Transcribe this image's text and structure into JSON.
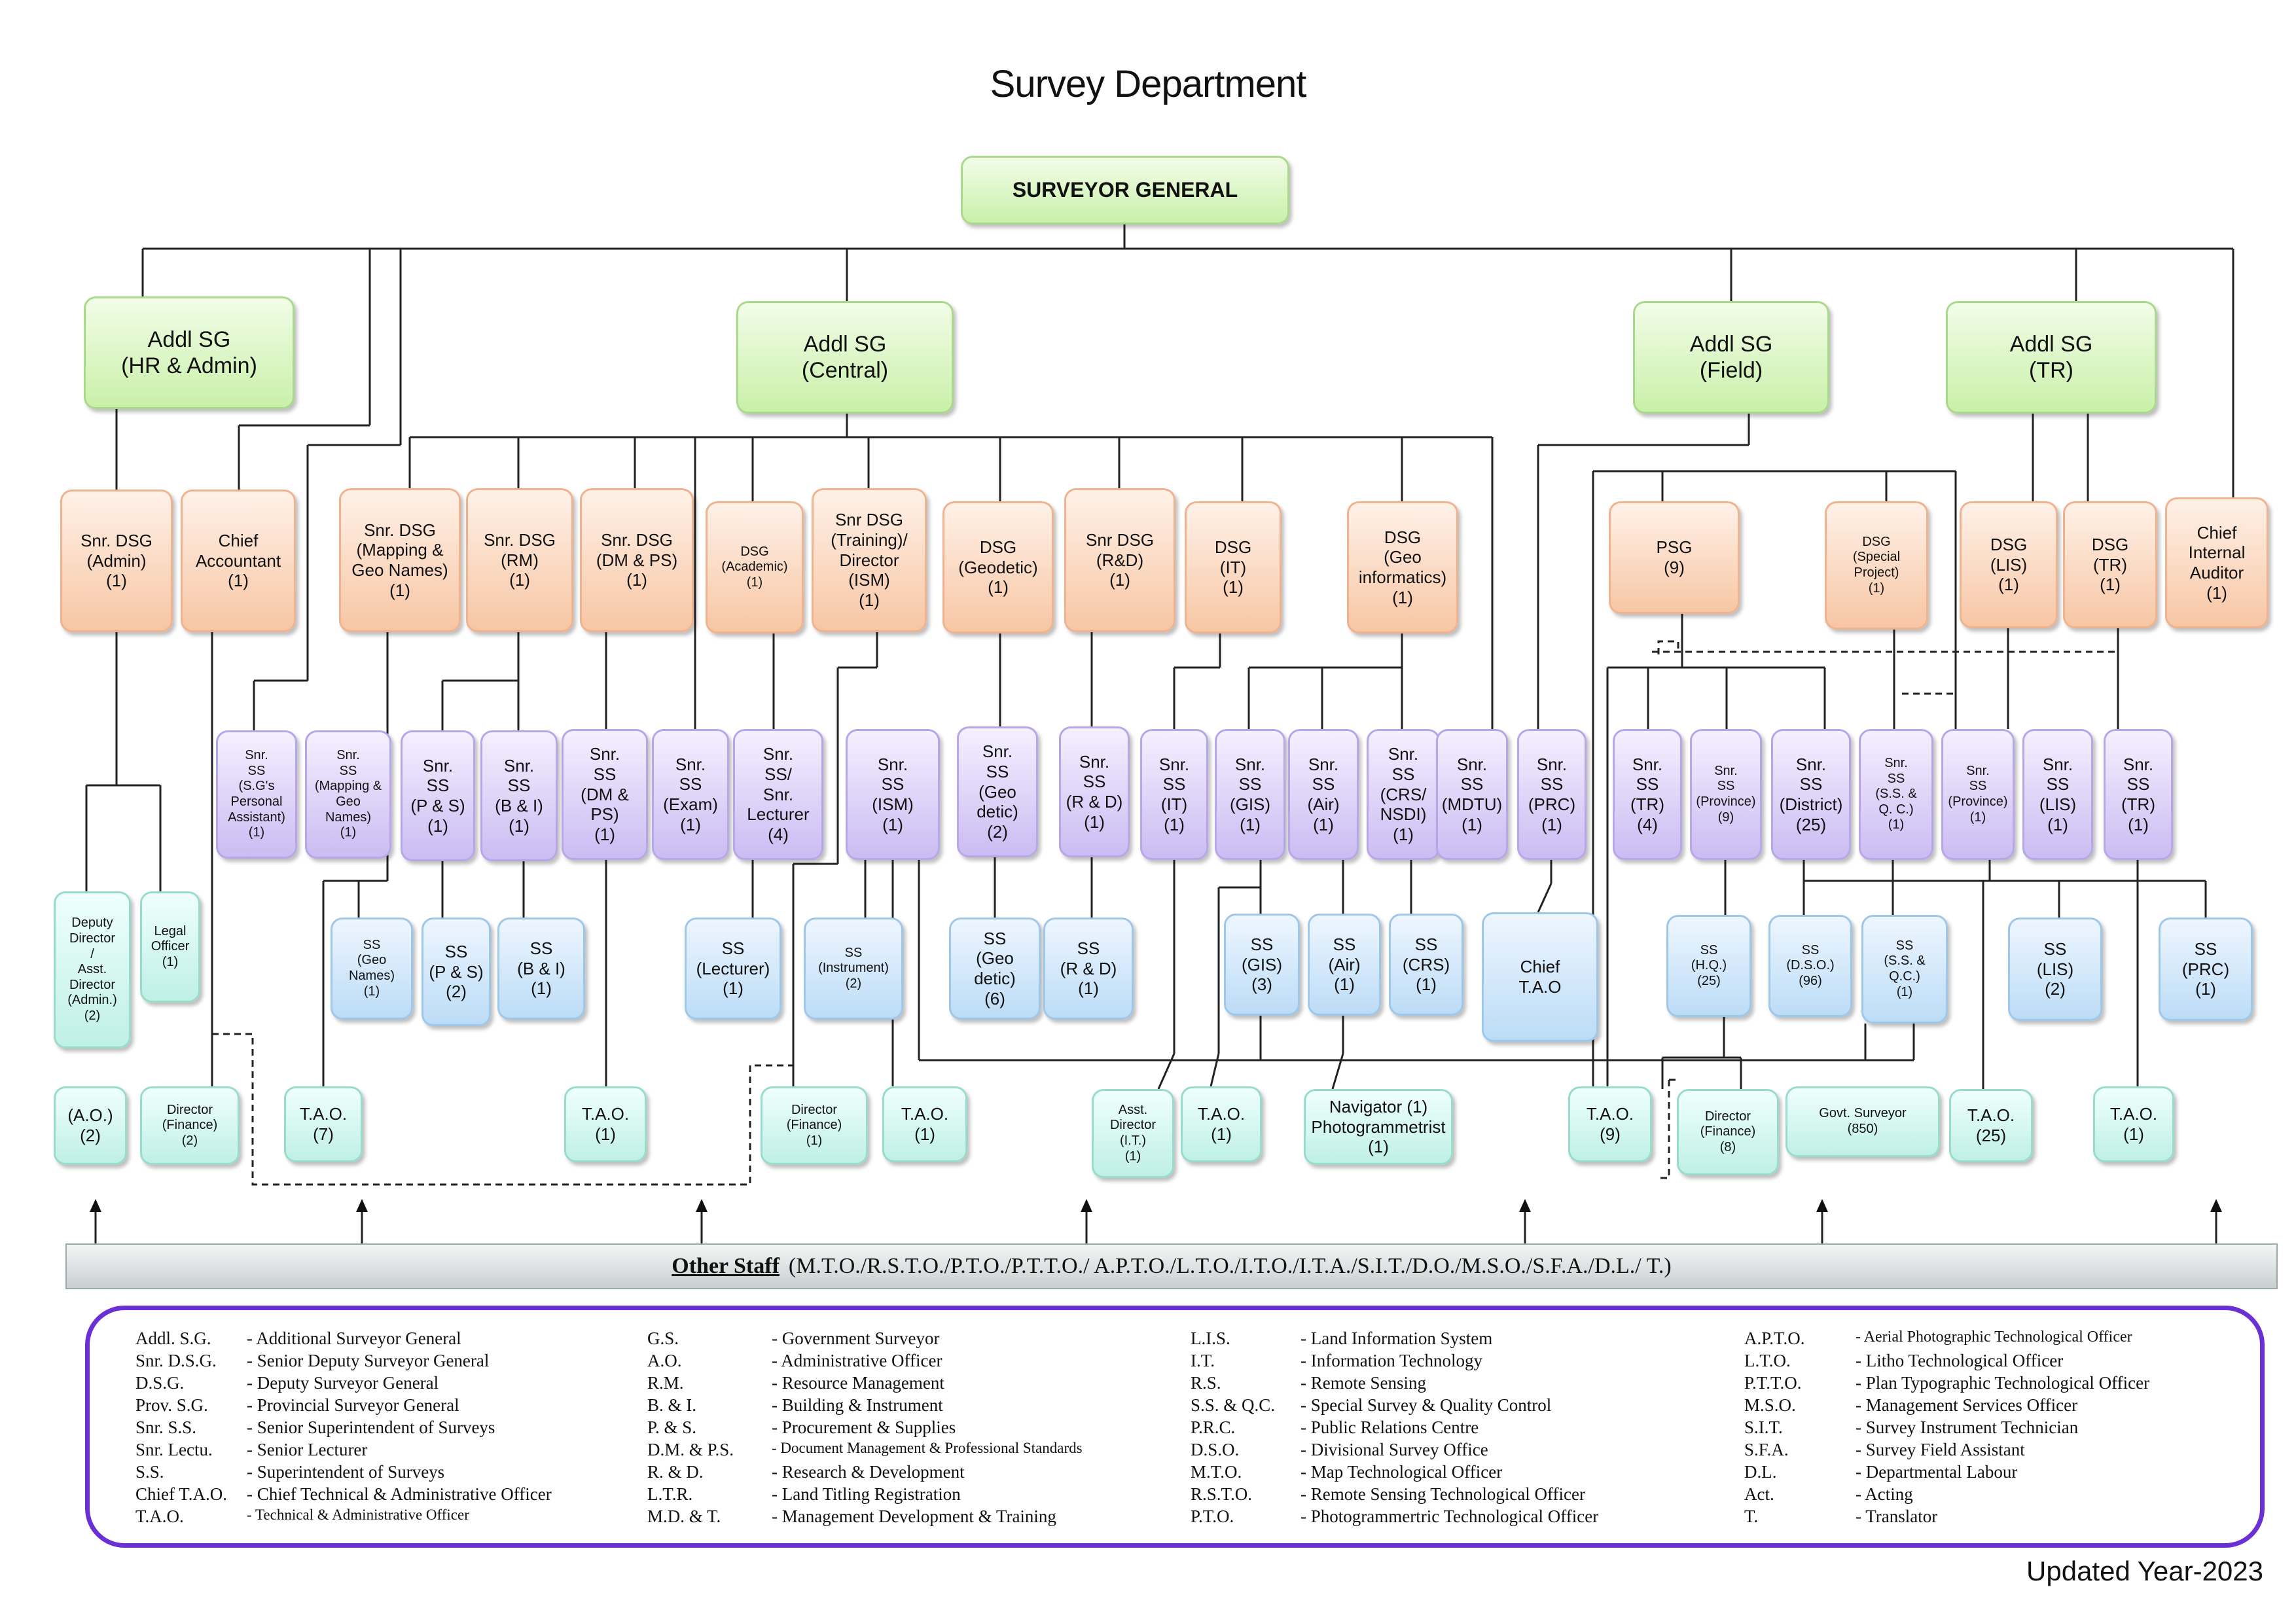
{
  "title": "Survey Department",
  "updated": "Updated Year-2023",
  "other_staff": {
    "label": "Other Staff",
    "list": "(M.T.O./R.S.T.O./P.T.O./P.T.T.O./ A.P.T.O./L.T.O./I.T.O./I.T.A./S.I.T./D.O./M.S.O./S.F.A./D.L./ T.)"
  },
  "nodes": [
    {
      "id": "sg",
      "lines": [
        "SURVEYOR GENERAL"
      ]
    },
    {
      "id": "addl_hr",
      "lines": [
        "Addl SG",
        "(HR & Admin)"
      ]
    },
    {
      "id": "addl_central",
      "lines": [
        "Addl SG",
        "(Central)"
      ]
    },
    {
      "id": "addl_field",
      "lines": [
        "Addl SG",
        "(Field)"
      ]
    },
    {
      "id": "addl_tr",
      "lines": [
        "Addl SG",
        "(TR)"
      ]
    },
    {
      "id": "snrdsg_admin",
      "lines": [
        "Snr. DSG",
        "(Admin)",
        "(1)"
      ]
    },
    {
      "id": "chief_acct",
      "lines": [
        "Chief",
        "Accountant",
        "(1)"
      ]
    },
    {
      "id": "snrdsg_map",
      "lines": [
        "Snr. DSG",
        "(Mapping &",
        "Geo Names)",
        "(1)"
      ]
    },
    {
      "id": "snrdsg_rm",
      "lines": [
        "Snr. DSG",
        "(RM)",
        "(1)"
      ]
    },
    {
      "id": "snrdsg_dmps",
      "lines": [
        "Snr. DSG",
        "(DM & PS)",
        "(1)"
      ]
    },
    {
      "id": "dsg_academic",
      "lines": [
        "DSG",
        "(Academic)",
        "(1)"
      ]
    },
    {
      "id": "snrdsg_training",
      "lines": [
        "Snr DSG",
        "(Training)/",
        "Director",
        "(ISM)",
        "(1)"
      ]
    },
    {
      "id": "dsg_geodetic",
      "lines": [
        "DSG",
        "(Geodetic)",
        "(1)"
      ]
    },
    {
      "id": "snrdsg_rd",
      "lines": [
        "Snr  DSG",
        "(R&D)",
        "(1)"
      ]
    },
    {
      "id": "dsg_it",
      "lines": [
        "DSG",
        "(IT)",
        "(1)"
      ]
    },
    {
      "id": "dsg_geoinfo",
      "lines": [
        "DSG",
        "(Geo",
        "informatics)",
        "(1)"
      ]
    },
    {
      "id": "psg",
      "lines": [
        "PSG",
        "(9)"
      ]
    },
    {
      "id": "dsg_special",
      "lines": [
        "DSG",
        "(Special",
        "Project)",
        "(1)"
      ]
    },
    {
      "id": "dsg_lis",
      "lines": [
        "DSG",
        "(LIS)",
        "(1)"
      ]
    },
    {
      "id": "dsg_tr",
      "lines": [
        "DSG",
        "(TR)",
        "(1)"
      ]
    },
    {
      "id": "chief_auditor",
      "lines": [
        "Chief",
        "Internal",
        "Auditor",
        "(1)"
      ]
    },
    {
      "id": "snrss_pa",
      "lines": [
        "Snr.",
        "SS",
        "(S.G's",
        "Personal",
        "Assistant)",
        "(1)"
      ]
    },
    {
      "id": "snrss_map",
      "lines": [
        "Snr.",
        "SS",
        "(Mapping &",
        "Geo",
        "Names)",
        "(1)"
      ]
    },
    {
      "id": "snrss_ps",
      "lines": [
        "Snr.",
        "SS",
        "(P & S)",
        "(1)"
      ]
    },
    {
      "id": "snrss_bi",
      "lines": [
        "Snr.",
        "SS",
        "(B & I)",
        "(1)"
      ]
    },
    {
      "id": "snrss_dmps",
      "lines": [
        "Snr.",
        "SS",
        "(DM &",
        "PS)",
        "(1)"
      ]
    },
    {
      "id": "snrss_exam",
      "lines": [
        "Snr.",
        "SS",
        "(Exam)",
        "(1)"
      ]
    },
    {
      "id": "snrss_lect",
      "lines": [
        "Snr.",
        "SS/",
        "Snr.",
        "Lecturer",
        "(4)"
      ]
    },
    {
      "id": "snrss_ism",
      "lines": [
        "Snr.",
        "SS",
        "(ISM)",
        "(1)"
      ]
    },
    {
      "id": "snrss_geodetic",
      "lines": [
        "Snr.",
        "SS",
        "(Geo",
        "detic)",
        "(2)"
      ]
    },
    {
      "id": "snrss_rd",
      "lines": [
        "Snr.",
        "SS",
        "(R & D)",
        "(1)"
      ]
    },
    {
      "id": "snrss_it",
      "lines": [
        "Snr.",
        "SS",
        "(IT)",
        "(1)"
      ]
    },
    {
      "id": "snrss_gis",
      "lines": [
        "Snr.",
        "SS",
        "(GIS)",
        "(1)"
      ]
    },
    {
      "id": "snrss_air",
      "lines": [
        "Snr.",
        "SS",
        "(Air)",
        "(1)"
      ]
    },
    {
      "id": "snrss_crs",
      "lines": [
        "Snr.",
        "SS",
        "(CRS/",
        "NSDI)",
        "(1)"
      ]
    },
    {
      "id": "snrss_mdtu",
      "lines": [
        "Snr.",
        "SS",
        "(MDTU)",
        "(1)"
      ]
    },
    {
      "id": "snrss_prc",
      "lines": [
        "Snr.",
        "SS",
        "(PRC)",
        "(1)"
      ]
    },
    {
      "id": "snrss_tr4",
      "lines": [
        "Snr.",
        "SS",
        "(TR)",
        "(4)"
      ]
    },
    {
      "id": "snrss_prov9",
      "lines": [
        "Snr.",
        "SS",
        "(Province)",
        "(9)"
      ]
    },
    {
      "id": "snrss_dist",
      "lines": [
        "Snr.",
        "SS",
        "(District)",
        "(25)"
      ]
    },
    {
      "id": "snrss_ssqc",
      "lines": [
        "Snr.",
        "SS",
        "(S.S. &",
        "Q. C.)",
        "(1)"
      ]
    },
    {
      "id": "snrss_prov1",
      "lines": [
        "Snr.",
        "SS",
        "(Province)",
        "(1)"
      ]
    },
    {
      "id": "snrss_lis",
      "lines": [
        "Snr.",
        "SS",
        "(LIS)",
        "(1)"
      ]
    },
    {
      "id": "snrss_tr1",
      "lines": [
        "Snr.",
        "SS",
        "(TR)",
        "(1)"
      ]
    },
    {
      "id": "dep_dir",
      "lines": [
        "Deputy",
        "Director",
        "/",
        "Asst.",
        "Director",
        "(Admin.)",
        "(2)"
      ]
    },
    {
      "id": "legal",
      "lines": [
        "Legal",
        "Officer",
        "(1)"
      ]
    },
    {
      "id": "ss_geonames",
      "lines": [
        "SS",
        "(Geo",
        "Names)",
        "(1)"
      ]
    },
    {
      "id": "ss_ps",
      "lines": [
        "SS",
        "(P & S)",
        "(2)"
      ]
    },
    {
      "id": "ss_bi",
      "lines": [
        "SS",
        "(B & I)",
        "(1)"
      ]
    },
    {
      "id": "ss_lect",
      "lines": [
        "SS",
        "(Lecturer)",
        "(1)"
      ]
    },
    {
      "id": "ss_instr",
      "lines": [
        "SS",
        "(Instrument)",
        "(2)"
      ]
    },
    {
      "id": "ss_geodetic",
      "lines": [
        "SS",
        "(Geo",
        "detic)",
        "(6)"
      ]
    },
    {
      "id": "ss_rd",
      "lines": [
        "SS",
        "(R & D)",
        "(1)"
      ]
    },
    {
      "id": "ss_gis",
      "lines": [
        "SS",
        "(GIS)",
        "(3)"
      ]
    },
    {
      "id": "ss_air",
      "lines": [
        "SS",
        "(Air)",
        "(1)"
      ]
    },
    {
      "id": "ss_crs",
      "lines": [
        "SS",
        "(CRS)",
        "(1)"
      ]
    },
    {
      "id": "chief_tao",
      "lines": [
        "Chief",
        "T.A.O"
      ]
    },
    {
      "id": "ss_hq",
      "lines": [
        "SS",
        "(H.Q.)",
        "(25)"
      ]
    },
    {
      "id": "ss_dso",
      "lines": [
        "SS",
        "(D.S.O.)",
        "(96)"
      ]
    },
    {
      "id": "ss_ssqc",
      "lines": [
        "SS",
        "(S.S. &",
        "Q.C.)",
        "(1)"
      ]
    },
    {
      "id": "ss_lis",
      "lines": [
        "SS",
        "(LIS)",
        "(2)"
      ]
    },
    {
      "id": "ss_prc",
      "lines": [
        "SS",
        "(PRC)",
        "(1)"
      ]
    },
    {
      "id": "ao",
      "lines": [
        "(A.O.)",
        "(2)"
      ]
    },
    {
      "id": "dir_fin2",
      "lines": [
        "Director",
        "(Finance)",
        "(2)"
      ]
    },
    {
      "id": "tao7",
      "lines": [
        "T.A.O.",
        "(7)"
      ]
    },
    {
      "id": "tao1a",
      "lines": [
        "T.A.O.",
        "(1)"
      ]
    },
    {
      "id": "dir_fin1",
      "lines": [
        "Director",
        "(Finance)",
        "(1)"
      ]
    },
    {
      "id": "tao1b",
      "lines": [
        "T.A.O.",
        "(1)"
      ]
    },
    {
      "id": "asst_dir_it",
      "lines": [
        "Asst.",
        "Director",
        "(I.T.)",
        "(1)"
      ]
    },
    {
      "id": "tao1c",
      "lines": [
        "T.A.O.",
        "(1)"
      ]
    },
    {
      "id": "navigator",
      "lines": [
        "Navigator (1)",
        "Photogrammetrist",
        "(1)"
      ]
    },
    {
      "id": "tao9",
      "lines": [
        "T.A.O.",
        "(9)"
      ]
    },
    {
      "id": "dir_fin8",
      "lines": [
        "Director",
        "(Finance)",
        "(8)"
      ]
    },
    {
      "id": "govt_surveyor",
      "lines": [
        "Govt. Surveyor",
        "(850)"
      ]
    },
    {
      "id": "tao25",
      "lines": [
        "T.A.O.",
        "(25)"
      ]
    },
    {
      "id": "tao1d",
      "lines": [
        "T.A.O.",
        "(1)"
      ]
    }
  ],
  "legend": [
    [
      [
        "Addl. S.G.",
        "- Additional Surveyor General"
      ],
      [
        "Snr. D.S.G.",
        "- Senior Deputy Surveyor General"
      ],
      [
        "D.S.G.",
        "- Deputy Surveyor General"
      ],
      [
        "Prov. S.G.",
        "- Provincial Surveyor General"
      ],
      [
        "Snr. S.S.",
        "- Senior Superintendent of Surveys"
      ],
      [
        "Snr. Lectu.",
        "- Senior Lecturer"
      ],
      [
        "S.S.",
        "- Superintendent of Surveys"
      ],
      [
        "Chief T.A.O.",
        "- Chief  Technical & Administrative Officer"
      ],
      [
        "T.A.O.",
        "- Technical & Administrative Officer"
      ]
    ],
    [
      [
        "G.S.",
        "- Government Surveyor"
      ],
      [
        "A.O.",
        "- Administrative Officer"
      ],
      [
        "R.M.",
        "- Resource Management"
      ],
      [
        "B. & I.",
        "- Building & Instrument"
      ],
      [
        "P. & S.",
        "- Procurement & Supplies"
      ],
      [
        "D.M. & P.S.",
        "- Document Management & Professional   Standards"
      ],
      [
        "R. & D.",
        "- Research & Development"
      ],
      [
        "L.T.R.",
        "- Land Titling Registration"
      ],
      [
        "M.D. & T.",
        "- Management Development & Training"
      ]
    ],
    [
      [
        "L.I.S.",
        "- Land Information System"
      ],
      [
        "I.T.",
        "- Information Technology"
      ],
      [
        "R.S.",
        "- Remote Sensing"
      ],
      [
        "S.S. & Q.C.",
        "- Special Survey & Quality Control"
      ],
      [
        "P.R.C.",
        "- Public Relations Centre"
      ],
      [
        "D.S.O.",
        "- Divisional Survey Office"
      ],
      [
        "M.T.O.",
        "- Map Technological Officer"
      ],
      [
        "R.S.T.O.",
        "- Remote Sensing Technological Officer"
      ],
      [
        "P.T.O.",
        "- Photogrammertric Technological Officer"
      ]
    ],
    [
      [
        "A.P.T.O.",
        "- Aerial Photographic Technological Officer"
      ],
      [
        "L.T.O.",
        "- Litho Technological Officer"
      ],
      [
        "P.T.T.O.",
        "- Plan Typographic Technological Officer"
      ],
      [
        "M.S.O.",
        "- Management Services Officer"
      ],
      [
        "S.I.T.",
        "- Survey Instrument Technician"
      ],
      [
        "S.F.A.",
        "- Survey Field Assistant"
      ],
      [
        "D.L.",
        "- Departmental Labour"
      ],
      [
        "Act.",
        "- Acting"
      ],
      [
        "T.",
        "- Translator"
      ]
    ]
  ]
}
